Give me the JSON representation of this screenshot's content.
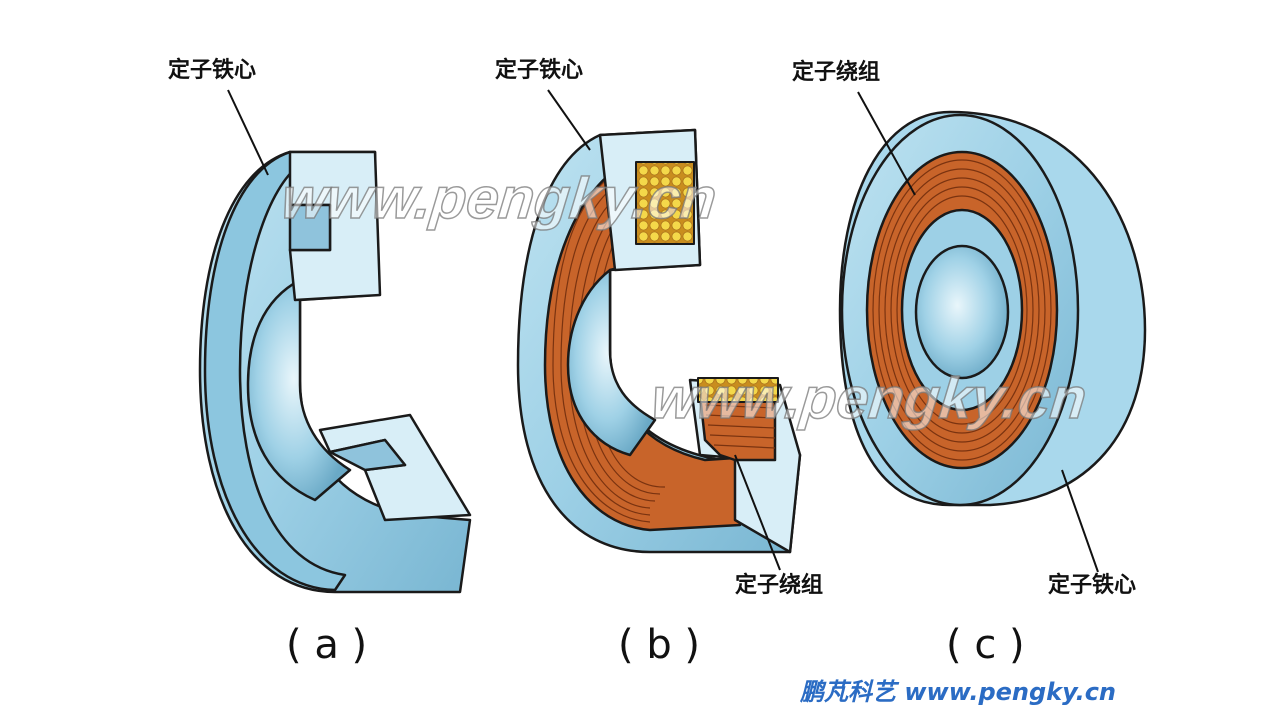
{
  "labels": {
    "a_core": "定子铁心",
    "b_core": "定子铁心",
    "b_winding": "定子绕组",
    "c_winding": "定子绕组",
    "c_core": "定子铁心"
  },
  "captions": {
    "a": "( a )",
    "b": "( b )",
    "c": "( c )"
  },
  "watermarks": {
    "top": "www.pengky.cn",
    "mid": "www.pengky.cn"
  },
  "brand": {
    "name": "鹏芃科艺",
    "url": "www.pengky.cn"
  },
  "colors": {
    "core": "#9dd0e6",
    "core_light": "#d8eef7",
    "core_dark": "#6aa9c6",
    "winding": "#c8642a",
    "winding_dark": "#8a3d14",
    "conductor": "#f0cf3a",
    "brand": "#2b6cc4"
  }
}
